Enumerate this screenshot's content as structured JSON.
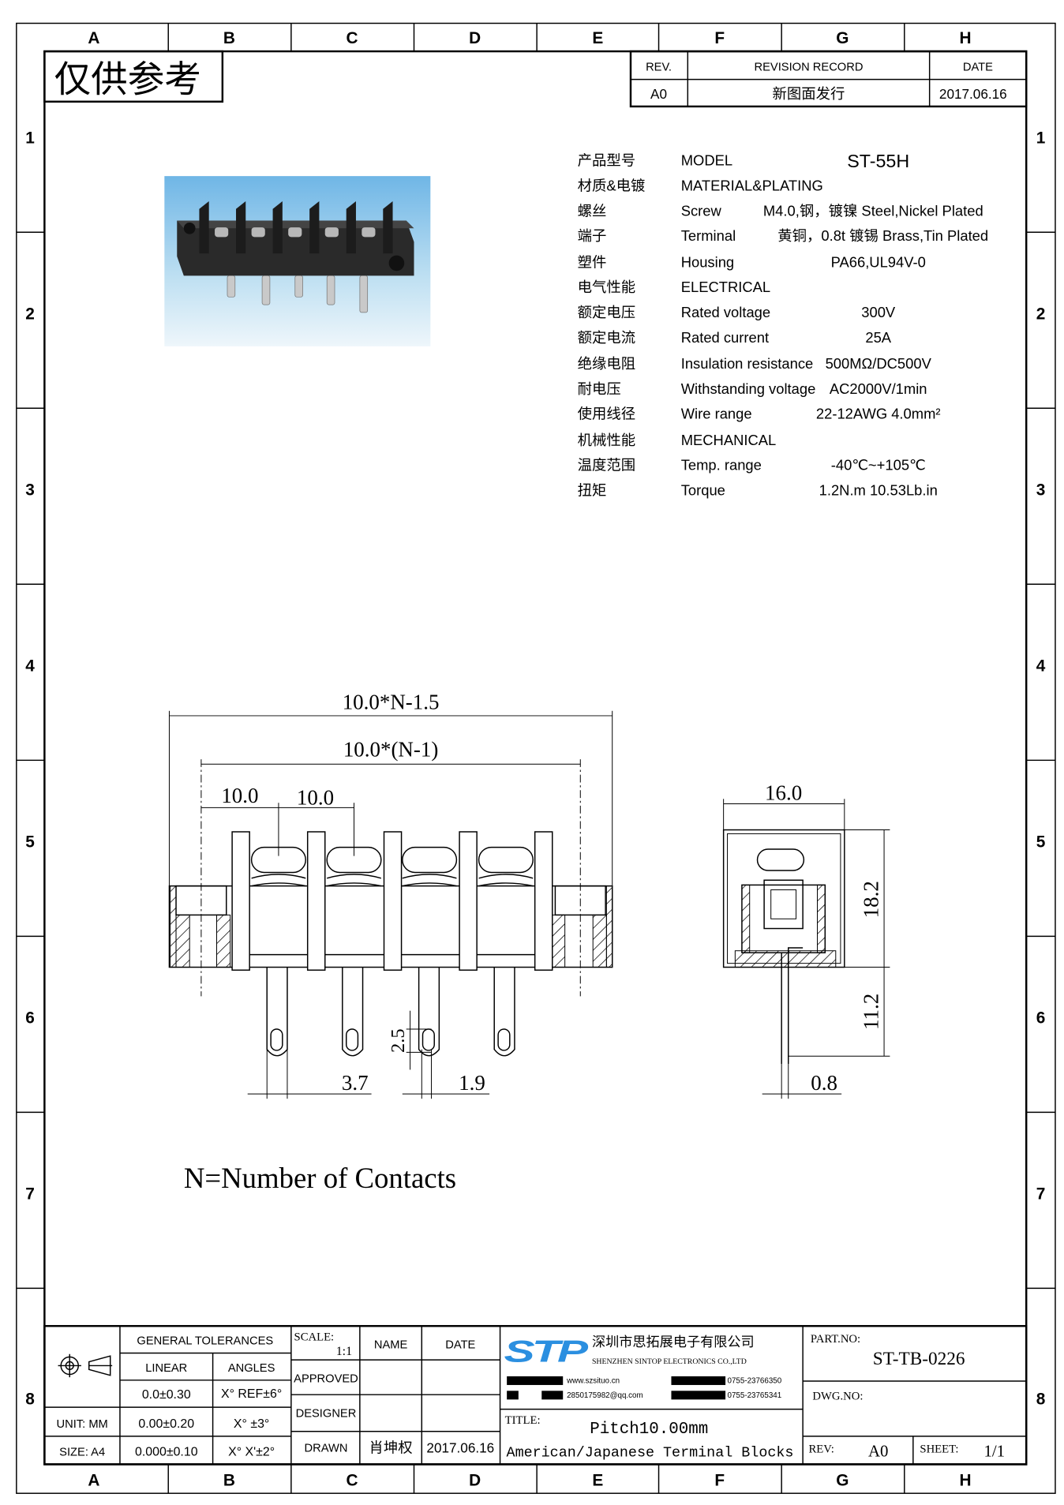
{
  "frame": {
    "columns": [
      "A",
      "B",
      "C",
      "D",
      "E",
      "F",
      "G",
      "H"
    ],
    "rows": [
      "1",
      "2",
      "3",
      "4",
      "5",
      "6",
      "7",
      "8"
    ]
  },
  "watermark": "仅供参考",
  "revision": {
    "headers": {
      "rev": "REV.",
      "record": "REVISION RECORD",
      "date": "DATE"
    },
    "row": {
      "rev": "A0",
      "record": "新图面发行",
      "date": "2017.06.16"
    }
  },
  "specs": [
    {
      "cn": "产品型号",
      "en": "MODEL",
      "value": "ST-55H"
    },
    {
      "cn": "材质&电镀",
      "en": "MATERIAL&PLATING",
      "value": ""
    },
    {
      "cn": "螺丝",
      "en": "Screw",
      "value": "M4.0,钢，镀镍 Steel,Nickel Plated"
    },
    {
      "cn": "端子",
      "en": "Terminal",
      "value": "黄铜，0.8t 镀锡 Brass,Tin Plated"
    },
    {
      "cn": "塑件",
      "en": "Housing",
      "value": "PA66,UL94V-0"
    },
    {
      "cn": "电气性能",
      "en": "ELECTRICAL",
      "value": ""
    },
    {
      "cn": "额定电压",
      "en": "Rated voltage",
      "value": "300V"
    },
    {
      "cn": "额定电流",
      "en": "Rated current",
      "value": "25A"
    },
    {
      "cn": "绝缘电阻",
      "en": "Insulation resistance",
      "value": "500MΩ/DC500V"
    },
    {
      "cn": "耐电压",
      "en": "Withstanding voltage",
      "value": "AC2000V/1min"
    },
    {
      "cn": "使用线径",
      "en": "Wire range",
      "value": "22-12AWG 4.0mm²"
    },
    {
      "cn": "机械性能",
      "en": "MECHANICAL",
      "value": ""
    },
    {
      "cn": "温度范围",
      "en": "Temp. range",
      "value": "-40℃~+105℃"
    },
    {
      "cn": "扭矩",
      "en": "Torque",
      "value": "1.2N.m  10.53Lb.in"
    }
  ],
  "dimensions": {
    "overall": "10.0*N-1.5",
    "span": "10.0*(N-1)",
    "pitch1": "10.0",
    "pitch2": "10.0",
    "pin_width": "3.7",
    "pin_thickness": "1.9",
    "hole": "2.5",
    "side_width": "16.0",
    "side_height": "18.2",
    "pin_length": "11.2",
    "side_pin": "0.8"
  },
  "note": "N=Number of Contacts",
  "title_block": {
    "general_tolerances": "GENERAL TOLERANCES",
    "linear": "LINEAR",
    "angles": "ANGLES",
    "tol_rows": [
      {
        "linear": "0.0±0.30",
        "angle": "X° REF±6°"
      },
      {
        "linear": "0.00±0.20",
        "angle": "X° ±3°"
      },
      {
        "linear": "0.000±0.10",
        "angle": "X° X'±2°"
      }
    ],
    "unit": "UNIT: MM",
    "size": "SIZE: A4",
    "scale_label": "SCALE:",
    "scale_value": "1:1",
    "name": "NAME",
    "date": "DATE",
    "approved": "APPROVED",
    "designer": "DESIGNER",
    "drawn": "DRAWN",
    "drawn_name": "肖坤权",
    "drawn_date": "2017.06.16",
    "company_logo": "STP",
    "company_cn": "深圳市思拓展电子有限公司",
    "company_en": "SHENZHEN SINTOP ELECTRONICS CO.,LTD",
    "web": "www.szsituo.cn",
    "email": "2850175982@qq.com",
    "phone": "0755-23766350",
    "fax": "0755-23765341",
    "title_label": "TITLE:",
    "title_line1": "Pitch10.00mm",
    "title_line2": "American/Japanese Terminal Blocks",
    "part_no_label": "PART.NO:",
    "part_no": "ST-TB-0226",
    "dwg_no_label": "DWG.NO:",
    "rev_label": "REV:",
    "rev": "A0",
    "sheet_label": "SHEET:",
    "sheet": "1/1"
  }
}
